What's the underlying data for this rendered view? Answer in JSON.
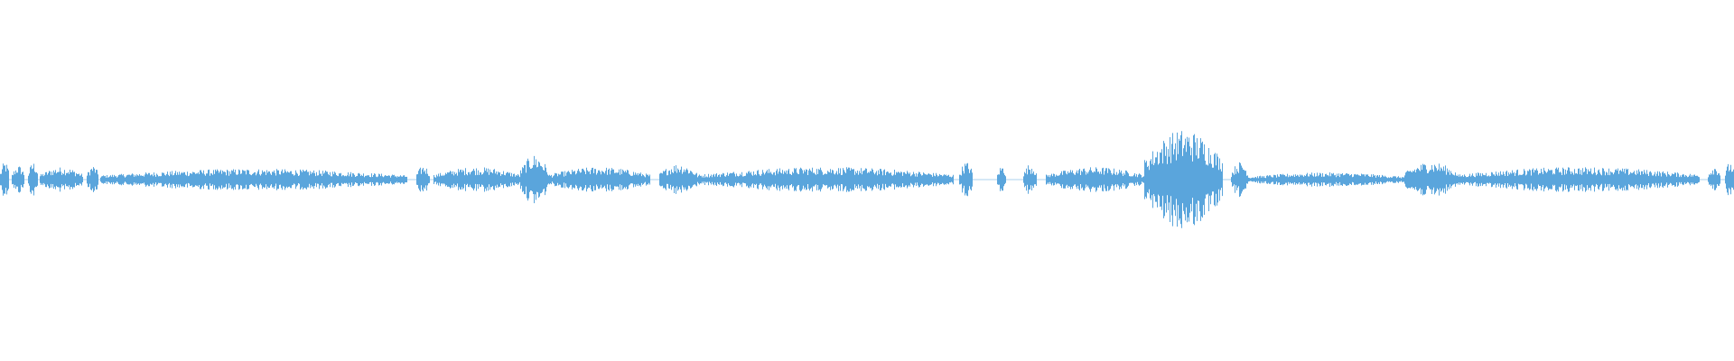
{
  "waveform": {
    "color": "#5aa5dc",
    "background": "#ffffff",
    "baseline_amplitude": 0.05,
    "segments": [
      {
        "start": 0.0,
        "end": 0.005,
        "amp": 0.05
      },
      {
        "start": 0.007,
        "end": 0.014,
        "amp": 0.04
      },
      {
        "start": 0.016,
        "end": 0.022,
        "amp": 0.05
      },
      {
        "start": 0.023,
        "end": 0.048,
        "amp": 0.035
      },
      {
        "start": 0.05,
        "end": 0.057,
        "amp": 0.04
      },
      {
        "start": 0.058,
        "end": 0.235,
        "amp": 0.03
      },
      {
        "start": 0.24,
        "end": 0.248,
        "amp": 0.04
      },
      {
        "start": 0.25,
        "end": 0.3,
        "amp": 0.035
      },
      {
        "start": 0.3,
        "end": 0.316,
        "amp": 0.07
      },
      {
        "start": 0.316,
        "end": 0.375,
        "amp": 0.035
      },
      {
        "start": 0.38,
        "end": 0.402,
        "amp": 0.045
      },
      {
        "start": 0.402,
        "end": 0.55,
        "amp": 0.035
      },
      {
        "start": 0.553,
        "end": 0.561,
        "amp": 0.05
      },
      {
        "start": 0.575,
        "end": 0.58,
        "amp": 0.04
      },
      {
        "start": 0.59,
        "end": 0.598,
        "amp": 0.045
      },
      {
        "start": 0.603,
        "end": 0.66,
        "amp": 0.035
      },
      {
        "start": 0.66,
        "end": 0.705,
        "amp": 0.14
      },
      {
        "start": 0.71,
        "end": 0.72,
        "amp": 0.05
      },
      {
        "start": 0.72,
        "end": 0.81,
        "amp": 0.02
      },
      {
        "start": 0.81,
        "end": 0.84,
        "amp": 0.05
      },
      {
        "start": 0.84,
        "end": 0.98,
        "amp": 0.035
      },
      {
        "start": 0.985,
        "end": 0.992,
        "amp": 0.04
      },
      {
        "start": 0.995,
        "end": 1.0,
        "amp": 0.05
      }
    ]
  }
}
